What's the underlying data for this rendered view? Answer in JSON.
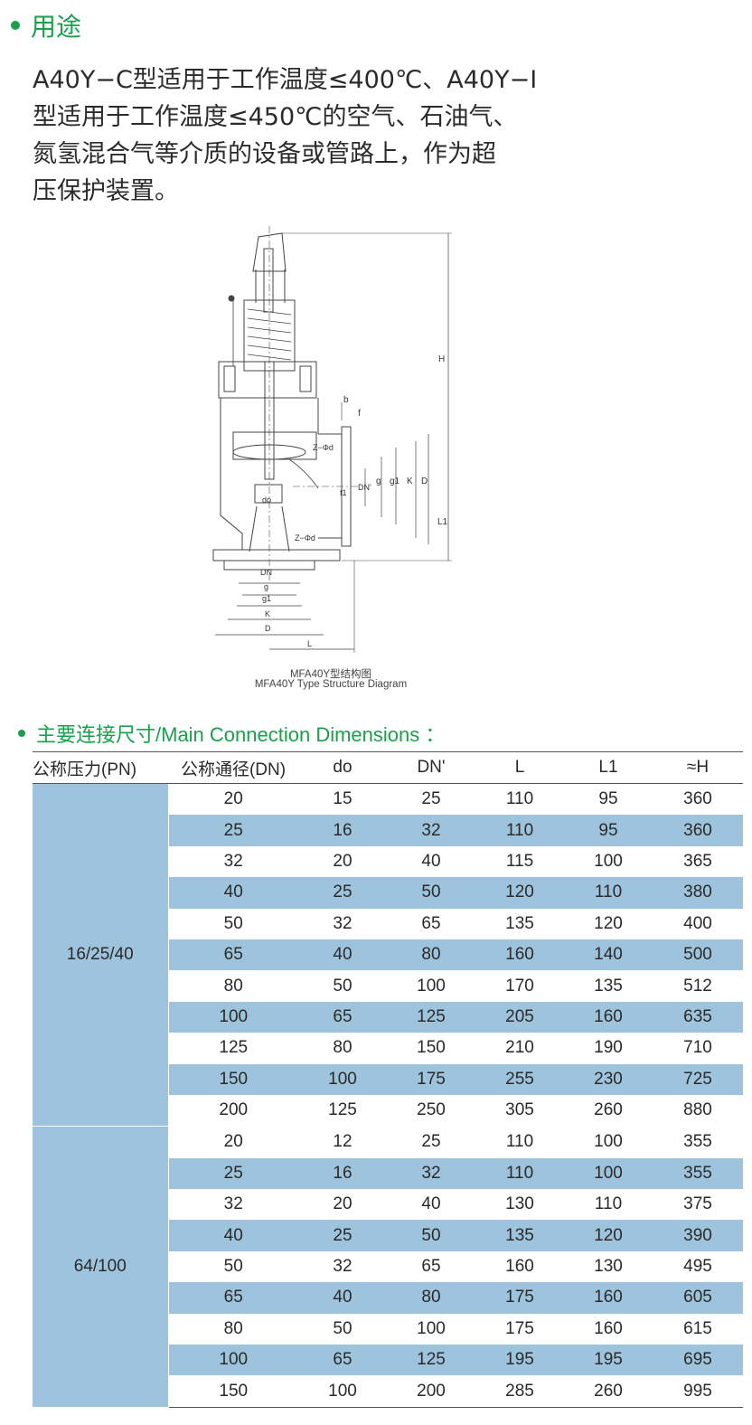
{
  "usage": {
    "title": "用途",
    "lines": [
      "A40Y−C型适用于工作温度≤400℃、A40Y−I",
      "型适用于工作温度≤450℃的空气、石油气、",
      "氮氢混合气等介质的设备或管路上，作为超",
      "压保护装置。"
    ]
  },
  "diagram": {
    "caption_cn": "MFA40Y型结构图",
    "caption_en": "MFA40Y Type Structure Diagram",
    "labels": {
      "H": "H",
      "b": "b",
      "f": "f",
      "zphi": "Z−Φd",
      "dnp": "DN'",
      "g": "g",
      "g1": "g1",
      "K": "K",
      "D": "D",
      "L1": "L1",
      "f1": "f1",
      "do": "do",
      "DN": "DN",
      "L": "L"
    }
  },
  "dims": {
    "title": "主要连接尺寸/Main Connection Dimensions ："
  },
  "table": {
    "headers": [
      "公称压力(PN)",
      "公称通径(DN)",
      "do",
      "DN'",
      "L",
      "L1",
      "≈H"
    ],
    "groups": [
      {
        "pn": "16/25/40",
        "rows": [
          [
            "20",
            "15",
            "25",
            "110",
            "95",
            "360"
          ],
          [
            "25",
            "16",
            "32",
            "110",
            "95",
            "360"
          ],
          [
            "32",
            "20",
            "40",
            "115",
            "100",
            "365"
          ],
          [
            "40",
            "25",
            "50",
            "120",
            "110",
            "380"
          ],
          [
            "50",
            "32",
            "65",
            "135",
            "120",
            "400"
          ],
          [
            "65",
            "40",
            "80",
            "160",
            "140",
            "500"
          ],
          [
            "80",
            "50",
            "100",
            "170",
            "135",
            "512"
          ],
          [
            "100",
            "65",
            "125",
            "205",
            "160",
            "635"
          ],
          [
            "125",
            "80",
            "150",
            "210",
            "190",
            "710"
          ],
          [
            "150",
            "100",
            "175",
            "255",
            "230",
            "725"
          ],
          [
            "200",
            "125",
            "250",
            "305",
            "260",
            "880"
          ]
        ]
      },
      {
        "pn": "64/100",
        "rows": [
          [
            "20",
            "12",
            "25",
            "110",
            "100",
            "355"
          ],
          [
            "25",
            "16",
            "32",
            "110",
            "100",
            "355"
          ],
          [
            "32",
            "20",
            "40",
            "130",
            "110",
            "375"
          ],
          [
            "40",
            "25",
            "50",
            "135",
            "120",
            "390"
          ],
          [
            "50",
            "32",
            "65",
            "160",
            "130",
            "495"
          ],
          [
            "65",
            "40",
            "80",
            "175",
            "160",
            "605"
          ],
          [
            "80",
            "50",
            "100",
            "175",
            "160",
            "615"
          ],
          [
            "100",
            "65",
            "125",
            "195",
            "195",
            "695"
          ],
          [
            "150",
            "100",
            "200",
            "285",
            "260",
            "995"
          ]
        ]
      }
    ],
    "colors": {
      "shade": "#9ec3dc",
      "accent": "#1aa04a"
    }
  }
}
